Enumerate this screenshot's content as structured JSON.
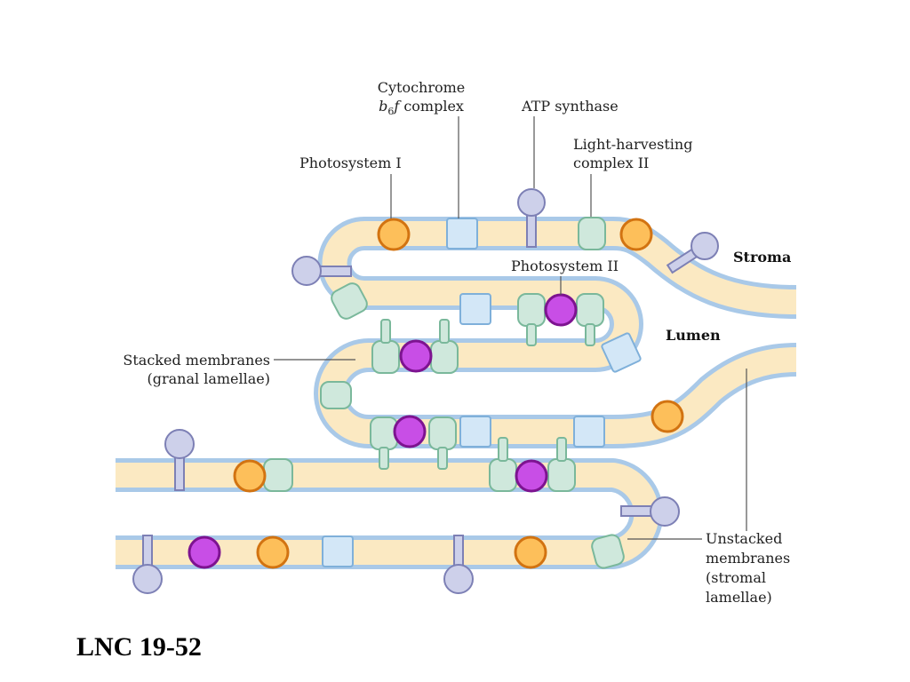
{
  "labels": {
    "cytochrome_line1": "Cytochrome",
    "cytochrome_b": "b",
    "cytochrome_sub": "6",
    "cytochrome_f": "f",
    "cytochrome_rest": " complex",
    "atp_synthase": "ATP synthase",
    "lhc_line1": "Light-harvesting",
    "lhc_line2": "complex II",
    "photosystem_i": "Photosystem I",
    "photosystem_ii": "Photosystem II",
    "stroma": "Stroma",
    "lumen": "Lumen",
    "stacked_line1": "Stacked membranes",
    "stacked_line2": "(granal lamellae)",
    "unstacked_line1": "Unstacked",
    "unstacked_line2": "membranes",
    "unstacked_line3": "(stromal",
    "unstacked_line4": "lamellae)"
  },
  "caption": "LNC 19-52",
  "colors": {
    "membrane_fill": "#fbe9c2",
    "membrane_edge": "#a9c9e8",
    "photosystem_i": "#fdbf5a",
    "photosystem_i_ring": "#d27311",
    "photosystem_ii": "#c84ee6",
    "photosystem_ii_ring": "#7d1390",
    "cytochrome": "#d3e7f7",
    "cytochrome_ring": "#7fb0da",
    "lhc": "#cfe8dc",
    "lhc_ring": "#7ab89b",
    "atp_synthase": "#cdd0ea",
    "atp_synthase_ring": "#7d80b5"
  }
}
